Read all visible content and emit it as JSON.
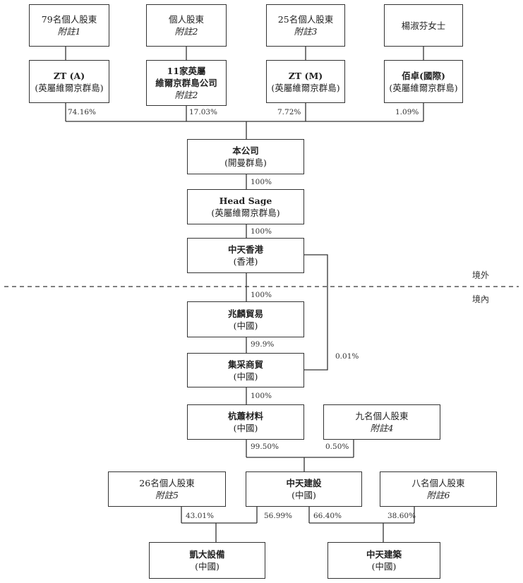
{
  "shareholders": {
    "s79": {
      "name": "79名個人股東",
      "note": "附註1"
    },
    "individual": {
      "name": "個人股東",
      "note": "附註2"
    },
    "s25": {
      "name": "25名個人股東",
      "note": "附註3"
    },
    "ms_yang": {
      "name": "楊淑芬女士"
    }
  },
  "holdcos": {
    "zta": {
      "name": "ZT (A)",
      "place": "(英屬維爾京群島)",
      "pct": "74.16%"
    },
    "bvi11": {
      "name1": "11家英屬",
      "name2": "維爾京群島公司",
      "note": "附註2",
      "pct": "17.03%"
    },
    "ztm": {
      "name": "ZT (M)",
      "place": "(英屬維爾京群島)",
      "pct": "7.72%"
    },
    "baizhuo": {
      "name": "佰卓(國際)",
      "place": "(英屬維爾京群島)",
      "pct": "1.09%"
    }
  },
  "company": {
    "name": "本公司",
    "place": "(開曼群島)",
    "pct": "100%"
  },
  "headsage": {
    "name": "Head Sage",
    "place": "(英屬維爾京群島)",
    "pct": "100%"
  },
  "zthk": {
    "name": "中天香港",
    "place": "(香港)",
    "pct": "100%",
    "pct_side": "0.01%"
  },
  "zones": {
    "offshore": "境外",
    "onshore": "境內"
  },
  "zhaolin": {
    "name": "兆麟貿易",
    "place": "(中國)",
    "pct": "99.9%"
  },
  "jicai": {
    "name": "集采商貿",
    "place": "(中國)",
    "pct": "100%"
  },
  "hangxiao": {
    "name": "杭蕭材料",
    "place": "(中國)",
    "pct": "99.50%"
  },
  "s9": {
    "name": "九名個人股東",
    "note": "附註4",
    "pct": "0.50%"
  },
  "s26": {
    "name": "26名個人股東",
    "note": "附註5",
    "pct": "43.01%"
  },
  "ztconst": {
    "name": "中天建設",
    "place": "(中國)",
    "pct_kaida": "56.99%",
    "pct_zhuz": "66.40%"
  },
  "s8": {
    "name": "八名個人股東",
    "note": "附註6",
    "pct": "38.60%"
  },
  "kaida": {
    "name": "凱大設備",
    "place": "(中國)"
  },
  "ztbuild": {
    "name": "中天建築",
    "place": "(中國)"
  }
}
